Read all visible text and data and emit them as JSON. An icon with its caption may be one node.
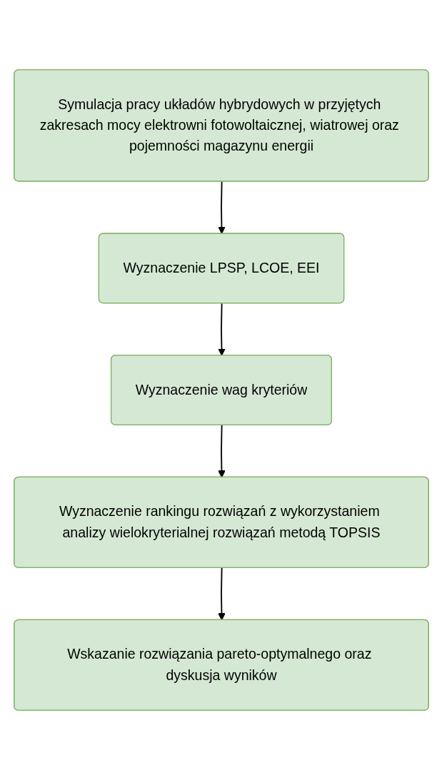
{
  "diagram": {
    "nodes": [
      {
        "text": [
          "Symulacja pracy układów hybrydowych w przyjętych zakresach mocy elektrowni fotowoltaicznej, wiatrowej oraz pojemności magazynu energii"
        ]
      },
      {
        "text": [
          "Wyznaczenie LPSP, LCOE, EEI"
        ]
      },
      {
        "text": [
          "Wyznaczenie wag kryteriów"
        ]
      },
      {
        "text": [
          "Wyznaczenie rankingu rozwiązań z wykorzystaniem analizy wielokryterialnej rozwiązań metodą TOPSIS"
        ]
      },
      {
        "text": [
          "Wskazanie rozwiązania pareto-optymalnego oraz dyskusja wyników"
        ]
      }
    ],
    "edges": [
      {
        "from": 0,
        "to": 1,
        "arrow": "to"
      },
      {
        "from": 1,
        "to": 2,
        "arrow": "to"
      },
      {
        "from": 2,
        "to": 3,
        "arrow": "to"
      },
      {
        "from": 3,
        "to": 4,
        "arrow": "to"
      }
    ]
  }
}
